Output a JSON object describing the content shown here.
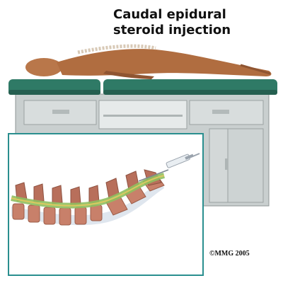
{
  "title": {
    "line1": "Caudal epidural",
    "line2": "steroid injection"
  },
  "copyright": "©MMG 2005",
  "colors": {
    "table_pad": "#2f7a66",
    "cabinet": "#c9cfcf",
    "inset_border": "#2a8f8f",
    "skin": "#b9774a",
    "vertebra": "#c8806a",
    "disc": "#dfe6ee",
    "spinal_canal": "#8fbf5f",
    "needle": "#9aa3ad"
  }
}
